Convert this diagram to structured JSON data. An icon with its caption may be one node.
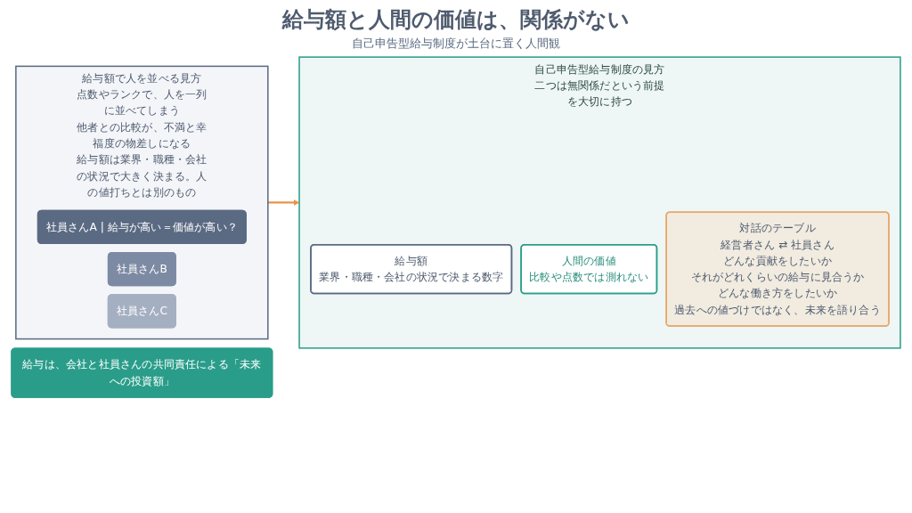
{
  "diagram": {
    "title": "給与額と人間の価値は、関係がない",
    "caption": "自己申告型給与制度が土台に置く人間観",
    "nodes": [
      {
        "text": [
          "給与額で人を並べる見方",
          "点数やランクで、人を一列に並べてしまう",
          "他者との比較が、不満と幸福度の物差しになる",
          "給与額は業界・職種・会社の状況で大きく決まる。人の値打ちとは別のもの"
        ]
      },
      {
        "text": [
          "社員さんA | 給与が高い＝価値が高い？"
        ],
        "in": 0
      },
      {
        "text": [
          "社員さんB"
        ],
        "in": 0
      },
      {
        "text": [
          "社員さんC"
        ],
        "in": 0
      },
      {
        "text": [
          "自己申告型給与制度の見方",
          "二つは無関係だという前提を大切に持つ"
        ]
      },
      {
        "text": [
          "給与額",
          "業界・職種・会社の状況で決まる数字"
        ],
        "in": 4
      },
      {
        "text": [
          "人間の価値",
          "比較や点数では測れない"
        ],
        "in": 4
      },
      {
        "text": [
          "対話のテーブル",
          "経営者さん ⇄ 社員さん",
          "どんな貢献をしたいか",
          "それがどれくらいの給与に見合うか",
          "どんな働き方をしたいか",
          "過去への値づけではなく、未来を語り合う"
        ],
        "in": 4
      },
      {
        "text": [
          "給与は、会社と社員さんの共同責任による「未来への投資額」"
        ]
      }
    ],
    "edges": [
      {
        "from": 0,
        "to": 4,
        "arrow": "to",
        "color": "#e8944a"
      }
    ]
  }
}
